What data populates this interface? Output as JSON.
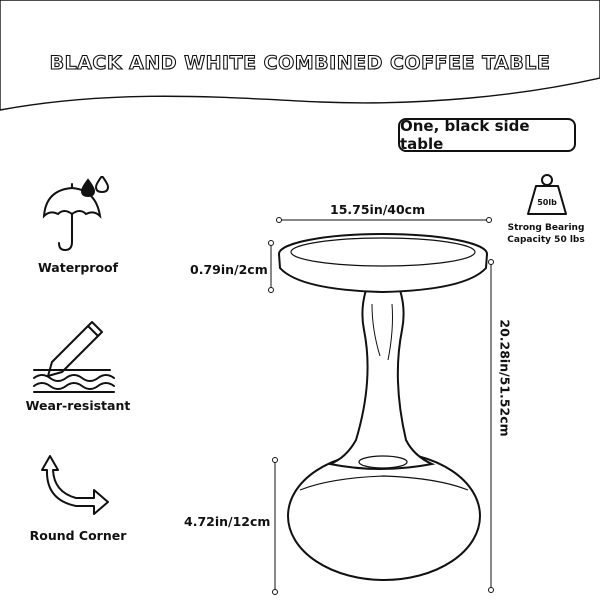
{
  "title": "BLACK AND WHITE COMBINED COFFEE TABLE",
  "badge": "One, black side table",
  "features": [
    {
      "label": "Waterproof",
      "icon": "umbrella-rain-icon"
    },
    {
      "label": "Wear-resistant",
      "icon": "pen-layer-icon"
    },
    {
      "label": "Round Corner",
      "icon": "round-arrows-icon"
    }
  ],
  "dimensions": {
    "width": "15.75in/40cm",
    "top_thickness": "0.79in/2cm",
    "height": "20.28in/51.52cm",
    "base_height": "4.72in/12cm"
  },
  "bearing": {
    "weight_label": "50lb",
    "line1": "Strong Bearing",
    "line2": "Capacity 50 lbs"
  },
  "colors": {
    "line": "#111111",
    "background": "#ffffff"
  }
}
